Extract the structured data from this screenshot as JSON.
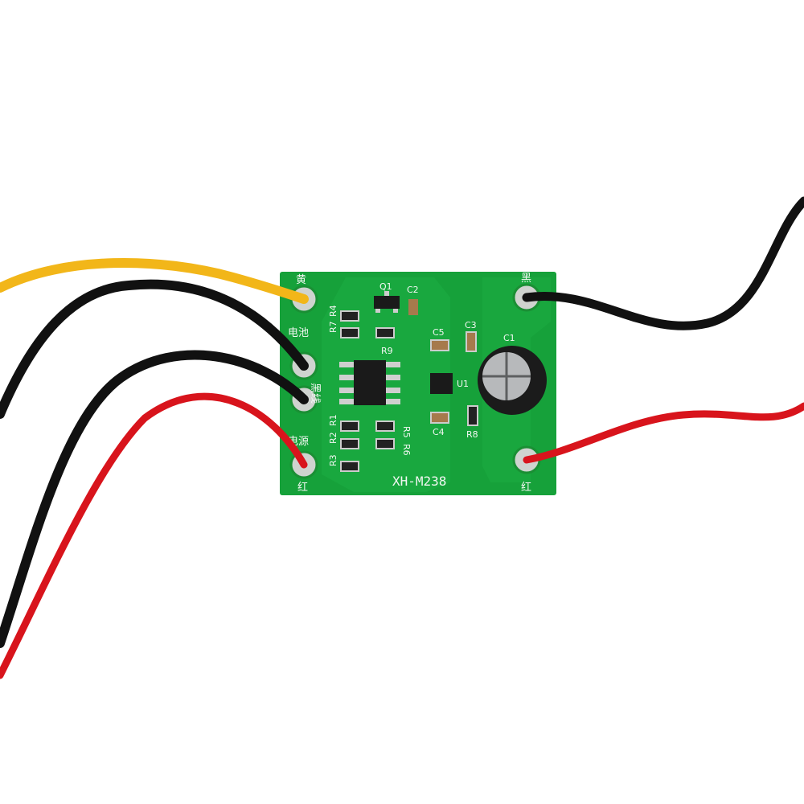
{
  "board": {
    "model": "XH-M238",
    "color": "#16a13a",
    "pin_labels_left": [
      "黄",
      "电池",
      "黑线",
      "电源",
      "红"
    ],
    "pin_labels_right": [
      "黑",
      "红"
    ],
    "components": {
      "q1": "Q1",
      "c2": "C2",
      "r4": "R4",
      "r7": "R7",
      "r9": "R9",
      "c5": "C5",
      "c3": "C3",
      "c1": "C1",
      "u1": "U1",
      "r1": "R1",
      "r2": "R2",
      "r3": "R3",
      "r5": "R5",
      "r6": "R6",
      "c4": "C4",
      "r8": "R8"
    }
  },
  "wires": {
    "yellow": "#f2b619",
    "black": "#111111",
    "red": "#d8141c"
  }
}
